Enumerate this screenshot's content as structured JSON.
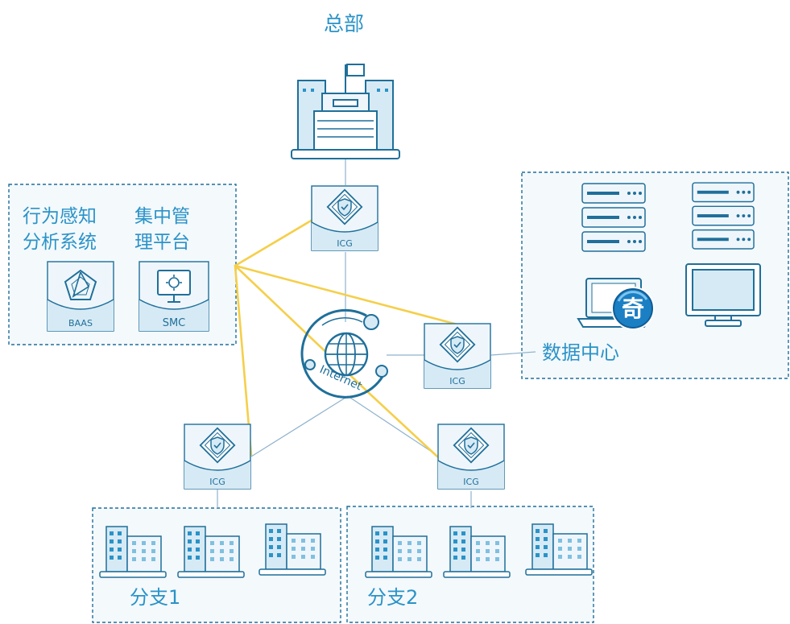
{
  "labels": {
    "headquarters": "总部",
    "baas_line1": "行为感知",
    "baas_line2": "分析系统",
    "smc_line1": "集中管",
    "smc_line2": "理平台",
    "datacenter": "数据中心",
    "branch1": "分支1",
    "branch2": "分支2",
    "internet": "Internet",
    "icg": "ICG",
    "baas_tile": "BAAS",
    "smc_tile": "SMC",
    "qi_badge": "奇"
  },
  "colors": {
    "primary": "#2a93c8",
    "icon_stroke": "#1f6f9a",
    "icon_fill": "#d6eaf5",
    "tile_fill": "#eef6fb",
    "panel_fill": "#f4f9fc",
    "link_yellow": "#f5cf4a",
    "link_blue": "#8fb2ce"
  }
}
